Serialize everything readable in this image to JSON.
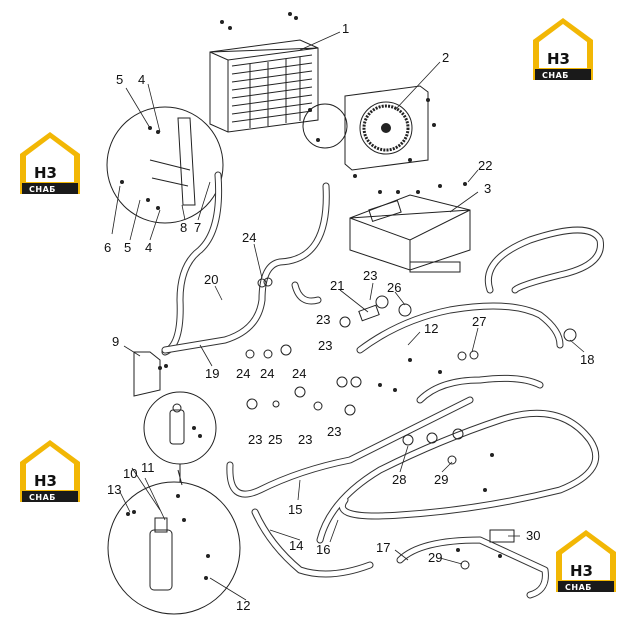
{
  "logo": {
    "mark": "H3",
    "text": "СНАБ",
    "colors": {
      "accent": "#f2b705",
      "dark": "#1a1a1a"
    }
  },
  "callouts": [
    "1",
    "2",
    "3",
    "4",
    "4",
    "5",
    "5",
    "6",
    "7",
    "8",
    "9",
    "10",
    "11",
    "12",
    "12",
    "13",
    "14",
    "15",
    "16",
    "17",
    "18",
    "19",
    "20",
    "21",
    "22",
    "23",
    "23",
    "23",
    "23",
    "23",
    "23",
    "24",
    "24",
    "24",
    "24",
    "25",
    "26",
    "27",
    "28",
    "29",
    "29",
    "30"
  ]
}
